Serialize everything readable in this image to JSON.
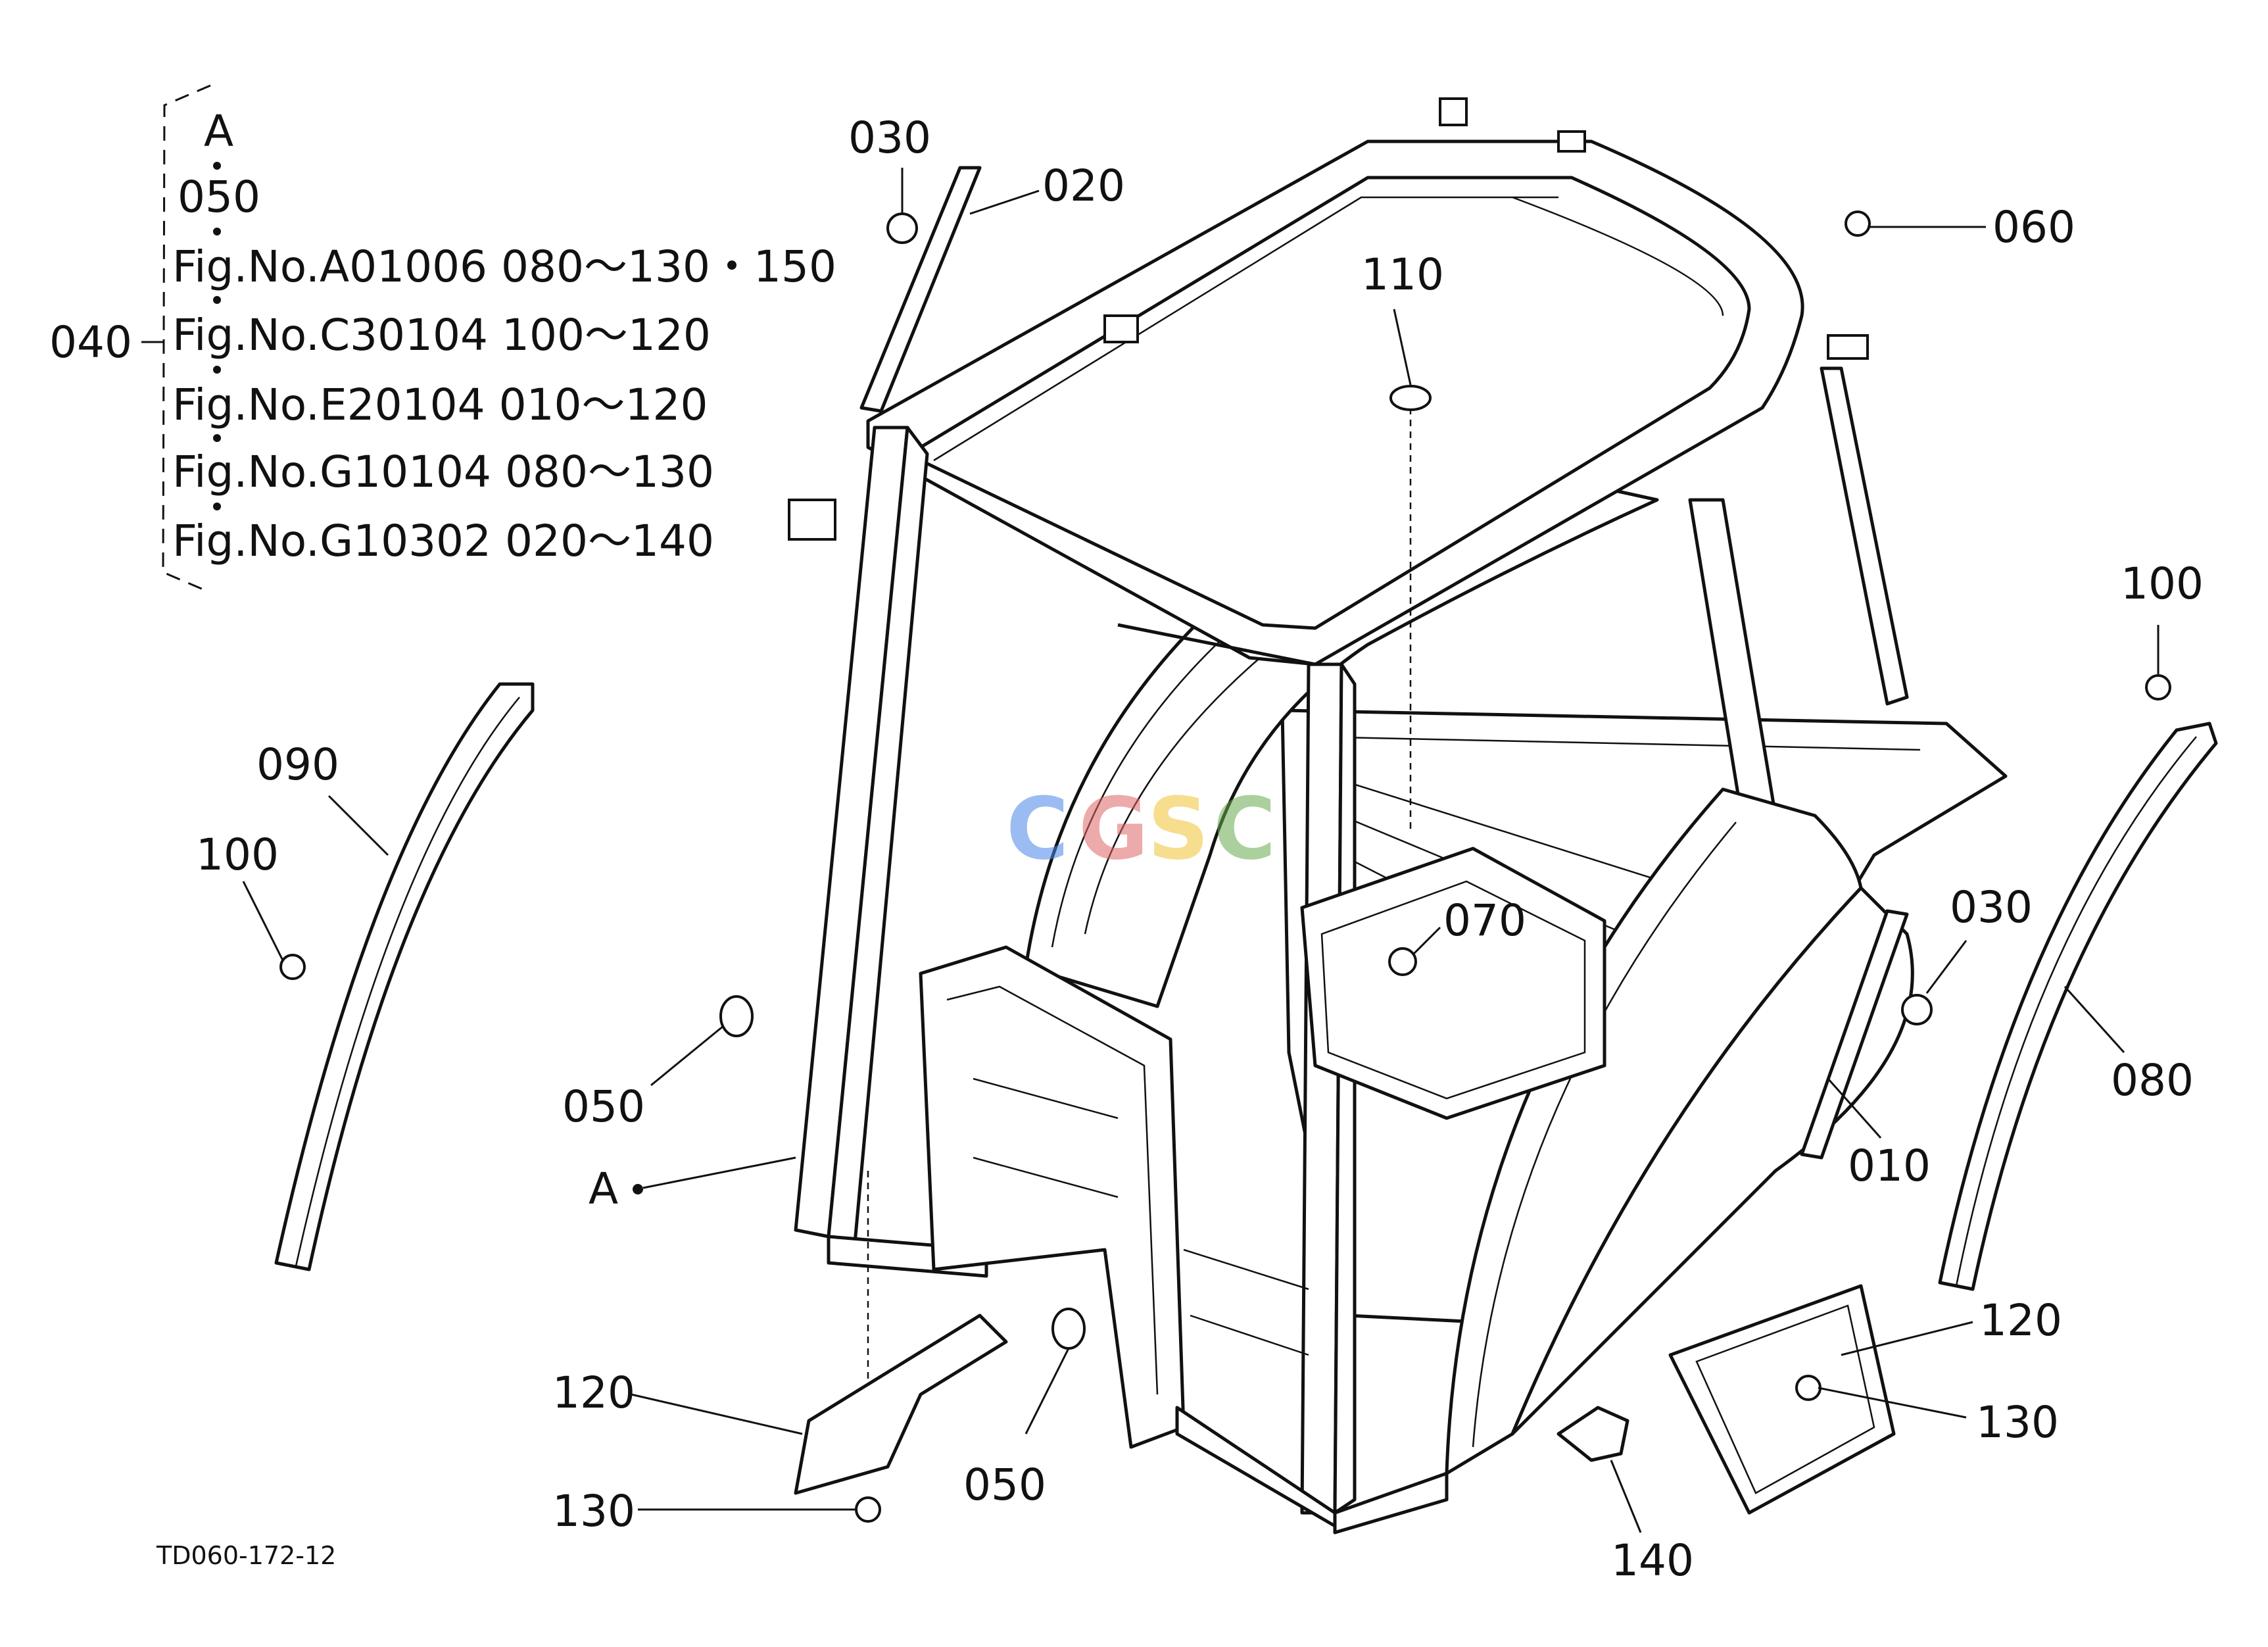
{
  "drawing_code": "TD060-172-12",
  "watermark": {
    "letters": [
      "C",
      "G",
      "S",
      "C"
    ],
    "colors": [
      "#4a86e8",
      "#e06666",
      "#f1c232",
      "#6aa84f"
    ]
  },
  "reference_block": {
    "group_label": "040",
    "lines": [
      "A",
      "050",
      "Fig.No.A01006  080～130・150",
      "Fig.No.C30104  100～120",
      "Fig.No.E20104  010～120",
      "Fig.No.G10104  080～130",
      "Fig.No.G10302  020～140"
    ]
  },
  "callouts": {
    "c010": "010",
    "c020": "020",
    "c030_top": "030",
    "c030_right": "030",
    "c050_left": "050",
    "c050_bottom": "050",
    "c060": "060",
    "c070": "070",
    "c080": "080",
    "c090": "090",
    "c100_left": "100",
    "c100_right": "100",
    "c110": "110",
    "c120_left": "120",
    "c120_right": "120",
    "c130_left": "130",
    "c130_right": "130",
    "c140": "140",
    "ref_a": "A"
  }
}
